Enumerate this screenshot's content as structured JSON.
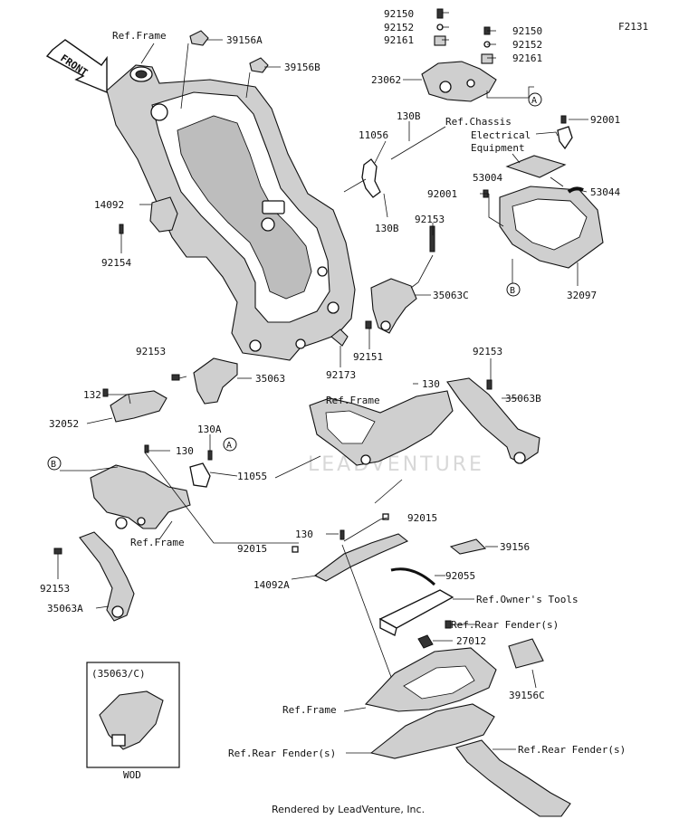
{
  "diagram": {
    "figure_code": "F2131",
    "front_arrow_label": "FRONT",
    "watermark": "LEADVENTURE",
    "footer": "Rendered by LeadVenture, Inc.",
    "inset_title": "(35063/C)",
    "inset_caption": "WOD",
    "callouts": {
      "A_top": "A",
      "A_mid": "A",
      "B_right": "B",
      "B_left": "B"
    },
    "refs": {
      "frame_top": "Ref.Frame",
      "chassis_1": "Ref.Chassis",
      "chassis_2": "Electrical",
      "chassis_3": "Equipment",
      "frame_mid": "Ref.Frame",
      "frame_left": "Ref.Frame",
      "owners_tools": "Ref.Owner's Tools",
      "rear_fender_1": "Ref.Rear Fender(s)",
      "frame_bottom": "Ref.Frame",
      "rear_fender_2": "Ref.Rear Fender(s)",
      "rear_fender_3": "Ref.Rear Fender(s)"
    },
    "labels": {
      "p92150_a": "92150",
      "p92152_a": "92152",
      "p92161_a": "92161",
      "p92150_b": "92150",
      "p92152_b": "92152",
      "p92161_b": "92161",
      "p23062": "23062",
      "p39156A": "39156A",
      "p39156B": "39156B",
      "p130B_a": "130B",
      "p11056": "11056",
      "p130B_b": "130B",
      "p92001_a": "92001",
      "p53004": "53004",
      "p92001_b": "92001",
      "p53044": "53044",
      "p14092": "14092",
      "p92154": "92154",
      "p92153_a": "92153",
      "p35063C": "35063C",
      "p32097": "32097",
      "p92151": "92151",
      "p92173": "92173",
      "p92153_b": "92153",
      "p35063": "35063",
      "p92153_c": "92153",
      "p132": "132",
      "p130_a": "130",
      "p35063B": "35063B",
      "p32052": "32052",
      "p130A": "130A",
      "p130_b": "130",
      "p11055": "11055",
      "p92015_a": "92015",
      "p130_c": "130",
      "p92015_b": "92015",
      "p39156": "39156",
      "p14092A": "14092A",
      "p92055": "92055",
      "p92153_d": "92153",
      "p35063A": "35063A",
      "p27012": "27012",
      "p39156C": "39156C"
    }
  }
}
